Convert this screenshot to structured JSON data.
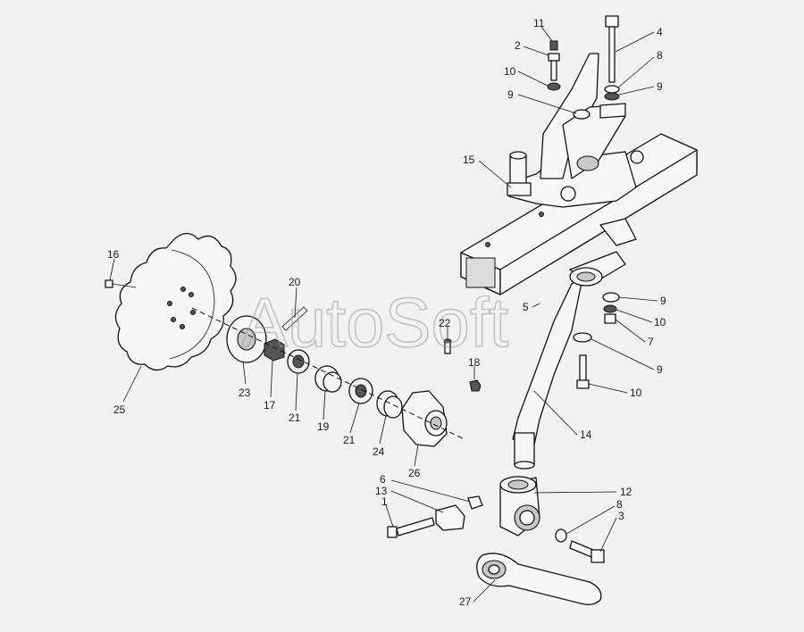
{
  "watermark": "AutoSoft",
  "callouts": [
    {
      "id": "c11a",
      "text": "11"
    },
    {
      "id": "c2a",
      "text": "2"
    },
    {
      "id": "c10a",
      "text": "10"
    },
    {
      "id": "c9a",
      "text": "9"
    },
    {
      "id": "c4",
      "text": "4"
    },
    {
      "id": "c8a",
      "text": "8"
    },
    {
      "id": "c9b",
      "text": "9"
    },
    {
      "id": "c15",
      "text": "15"
    },
    {
      "id": "c16",
      "text": "16"
    },
    {
      "id": "c20",
      "text": "20"
    },
    {
      "id": "c5",
      "text": "5"
    },
    {
      "id": "c9c",
      "text": "9"
    },
    {
      "id": "c10b",
      "text": "10"
    },
    {
      "id": "c7",
      "text": "7"
    },
    {
      "id": "c22",
      "text": "22"
    },
    {
      "id": "c9d",
      "text": "9"
    },
    {
      "id": "c18",
      "text": "18"
    },
    {
      "id": "c10c",
      "text": "10"
    },
    {
      "id": "c23",
      "text": "23"
    },
    {
      "id": "c17",
      "text": "17"
    },
    {
      "id": "c21a",
      "text": "21"
    },
    {
      "id": "c19",
      "text": "19"
    },
    {
      "id": "c25",
      "text": "25"
    },
    {
      "id": "c21b",
      "text": "21"
    },
    {
      "id": "c24",
      "text": "24"
    },
    {
      "id": "c14",
      "text": "14"
    },
    {
      "id": "c26",
      "text": "26"
    },
    {
      "id": "c6",
      "text": "6"
    },
    {
      "id": "c13",
      "text": "13"
    },
    {
      "id": "c12",
      "text": "12"
    },
    {
      "id": "c1",
      "text": "1"
    },
    {
      "id": "c8b",
      "text": "8"
    },
    {
      "id": "c3",
      "text": "3"
    },
    {
      "id": "c27",
      "text": "27"
    }
  ]
}
